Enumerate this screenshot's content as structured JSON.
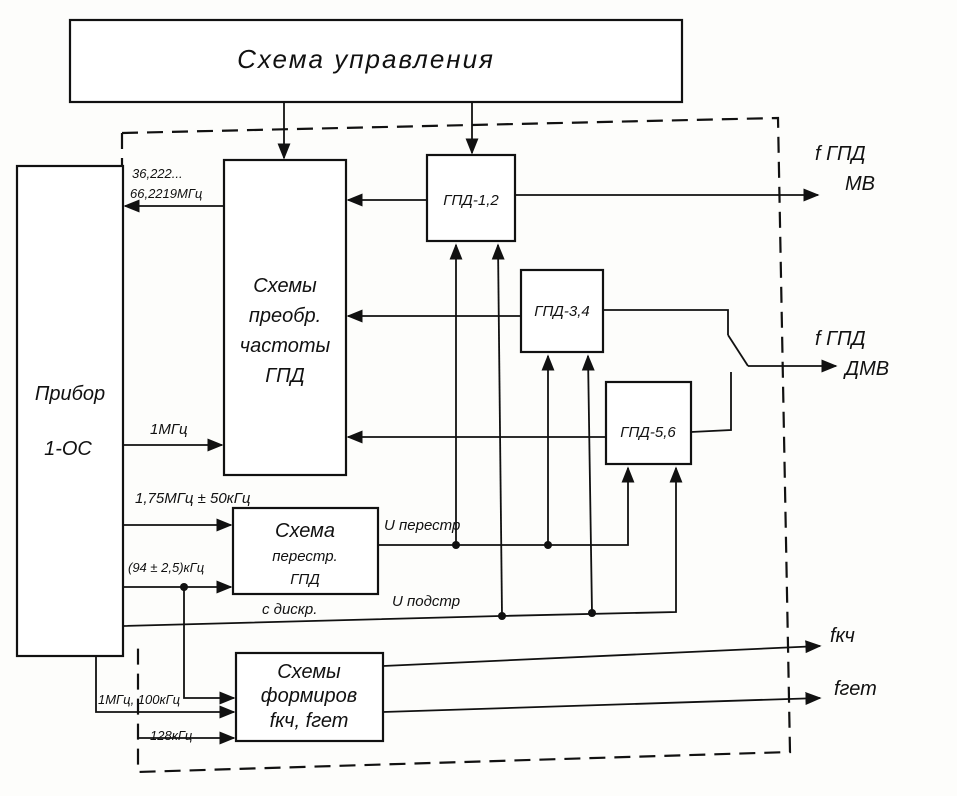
{
  "blocks": {
    "control": "Схема управления",
    "pribor": [
      "Прибор",
      "1-ОС"
    ],
    "freq_conv": [
      "Схемы",
      "преобр.",
      "частоты",
      "ГПД"
    ],
    "gpd12": "ГПД-1,2",
    "gpd34": "ГПД-3,4",
    "gpd56": "ГПД-5,6",
    "retune": [
      "Схема",
      "перестр.",
      "ГПД"
    ],
    "retune_sub": "с дискр.",
    "former": [
      "Схемы",
      "формиров",
      "fкч, fгет"
    ]
  },
  "signals": {
    "s_range": [
      "36,222...",
      "66,2219МГц"
    ],
    "s_1mhz": "1МГц",
    "s_175": "1,75МГц ± 50кГц",
    "s_94": "(94 ± 2,5)кГц",
    "s_bottom": "1МГц, 100кГц",
    "s_128": "128кГц",
    "u_retune": "U перестр",
    "u_adjust": "U подстр"
  },
  "outputs": {
    "f_mv": [
      "f ГПД",
      "МВ"
    ],
    "f_dmv": [
      "f ГПД",
      "ДМВ"
    ],
    "f_kch": "fкч",
    "f_get": "fгет"
  }
}
